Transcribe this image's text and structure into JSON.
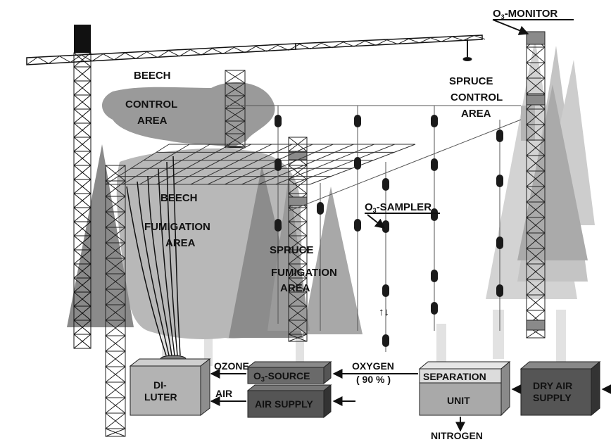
{
  "labels": {
    "o3_monitor": "O3-MONITOR",
    "beech_control_1": "BEECH",
    "beech_control_2": "CONTROL",
    "beech_control_3": "AREA",
    "spruce_control_1": "SPRUCE",
    "spruce_control_2": "CONTROL",
    "spruce_control_3": "AREA",
    "beech_fum_1": "BEECH",
    "beech_fum_2": "FUMIGATION",
    "beech_fum_3": "AREA",
    "spruce_fum_1": "SPRUCE",
    "spruce_fum_2": "FUMIGATION",
    "spruce_fum_3": "AREA",
    "o3_sampler": "O3-SAMPLER",
    "updown_arrows": "↑↓",
    "ozone": "OZONE",
    "air": "AIR",
    "oxygen": "OXYGEN",
    "oxygen_pct": "( 90 % )",
    "nitrogen": "NITROGEN"
  },
  "boxes": {
    "diluter_1": "DI-",
    "diluter_2": "LUTER",
    "o3_source": "O3-SOURCE",
    "air_supply": "AIR SUPPLY",
    "separation": "SEPARATION",
    "unit": "UNIT",
    "dry_air_1": "DRY AIR",
    "dry_air_2": "SUPPLY"
  },
  "colors": {
    "crane": "#222222",
    "tree_dark": "#7a7a7a",
    "tree_light": "#c4c4c4",
    "canopy": "#9a9a9a",
    "sampler": "#1a1a1a"
  }
}
